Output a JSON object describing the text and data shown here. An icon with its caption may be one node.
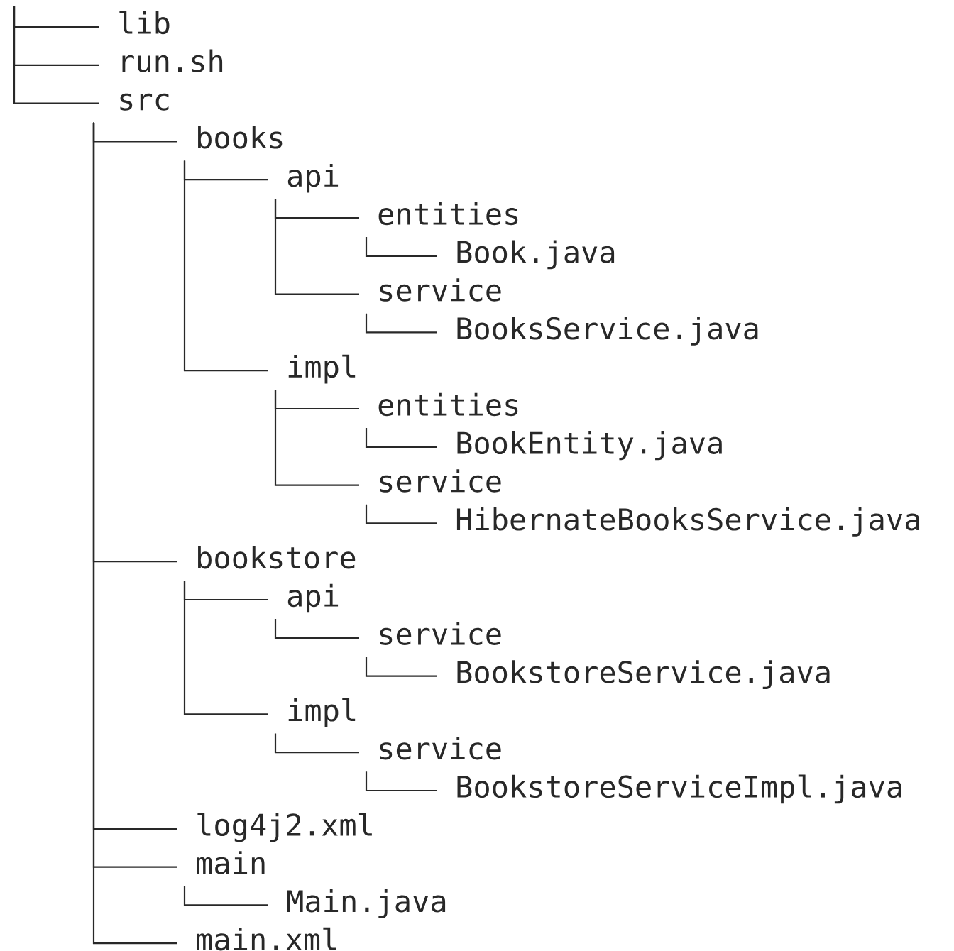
{
  "diagram": {
    "nodes": [
      {
        "text": [
          "lib"
        ]
      },
      {
        "text": [
          "run.sh"
        ]
      },
      {
        "text": [
          "src"
        ]
      },
      {
        "text": [
          "books"
        ]
      },
      {
        "text": [
          "api"
        ]
      },
      {
        "text": [
          "entities"
        ]
      },
      {
        "text": [
          "Book.java"
        ]
      },
      {
        "text": [
          "service"
        ]
      },
      {
        "text": [
          "BooksService.java"
        ]
      },
      {
        "text": [
          "impl"
        ]
      },
      {
        "text": [
          "entities"
        ]
      },
      {
        "text": [
          "BookEntity.java"
        ]
      },
      {
        "text": [
          "service"
        ]
      },
      {
        "text": [
          "HibernateBooksService.java"
        ]
      },
      {
        "text": [
          "bookstore"
        ]
      },
      {
        "text": [
          "api"
        ]
      },
      {
        "text": [
          "service"
        ]
      },
      {
        "text": [
          "BookstoreService.java"
        ]
      },
      {
        "text": [
          "impl"
        ]
      },
      {
        "text": [
          "service"
        ]
      },
      {
        "text": [
          "BookstoreServiceImpl.java"
        ]
      },
      {
        "text": [
          "log4j2.xml"
        ]
      },
      {
        "text": [
          "main"
        ]
      },
      {
        "text": [
          "Main.java"
        ]
      },
      {
        "text": [
          "main.xml"
        ]
      }
    ],
    "edges": [
      {
        "from": null,
        "to": 0,
        "arrow": "none"
      },
      {
        "from": null,
        "to": 1,
        "arrow": "none"
      },
      {
        "from": null,
        "to": 2,
        "arrow": "none"
      },
      {
        "from": 2,
        "to": 3,
        "arrow": "none"
      },
      {
        "from": 3,
        "to": 4,
        "arrow": "none"
      },
      {
        "from": 4,
        "to": 5,
        "arrow": "none"
      },
      {
        "from": 5,
        "to": 6,
        "arrow": "none"
      },
      {
        "from": 4,
        "to": 7,
        "arrow": "none"
      },
      {
        "from": 7,
        "to": 8,
        "arrow": "none"
      },
      {
        "from": 3,
        "to": 9,
        "arrow": "none"
      },
      {
        "from": 9,
        "to": 10,
        "arrow": "none"
      },
      {
        "from": 10,
        "to": 11,
        "arrow": "none"
      },
      {
        "from": 9,
        "to": 12,
        "arrow": "none"
      },
      {
        "from": 12,
        "to": 13,
        "arrow": "none"
      },
      {
        "from": 2,
        "to": 14,
        "arrow": "none"
      },
      {
        "from": 14,
        "to": 15,
        "arrow": "none"
      },
      {
        "from": 15,
        "to": 16,
        "arrow": "none"
      },
      {
        "from": 16,
        "to": 17,
        "arrow": "none"
      },
      {
        "from": 14,
        "to": 18,
        "arrow": "none"
      },
      {
        "from": 18,
        "to": 19,
        "arrow": "none"
      },
      {
        "from": 19,
        "to": 20,
        "arrow": "none"
      },
      {
        "from": 2,
        "to": 21,
        "arrow": "none"
      },
      {
        "from": 2,
        "to": 22,
        "arrow": "none"
      },
      {
        "from": 22,
        "to": 23,
        "arrow": "none"
      },
      {
        "from": 2,
        "to": 24,
        "arrow": "none"
      }
    ]
  }
}
